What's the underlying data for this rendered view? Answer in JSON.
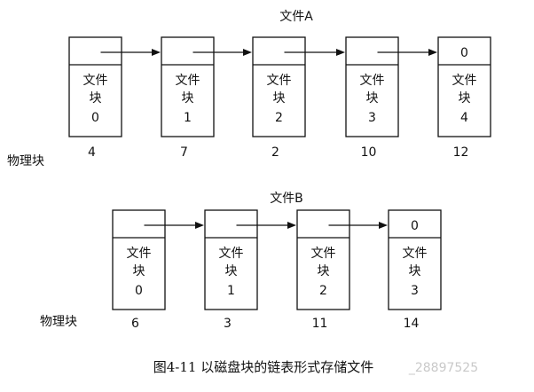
{
  "files": [
    {
      "title": "文件A",
      "physical_label": "物理块",
      "blocks": [
        {
          "label_line1": "文件",
          "label_line2": "块",
          "index": "0",
          "pointer": "",
          "physical": "4"
        },
        {
          "label_line1": "文件",
          "label_line2": "块",
          "index": "1",
          "pointer": "",
          "physical": "7"
        },
        {
          "label_line1": "文件",
          "label_line2": "块",
          "index": "2",
          "pointer": "",
          "physical": "2"
        },
        {
          "label_line1": "文件",
          "label_line2": "块",
          "index": "3",
          "pointer": "",
          "physical": "10"
        },
        {
          "label_line1": "文件",
          "label_line2": "块",
          "index": "4",
          "pointer": "0",
          "physical": "12"
        }
      ]
    },
    {
      "title": "文件B",
      "physical_label": "物理块",
      "blocks": [
        {
          "label_line1": "文件",
          "label_line2": "块",
          "index": "0",
          "pointer": "",
          "physical": "6"
        },
        {
          "label_line1": "文件",
          "label_line2": "块",
          "index": "1",
          "pointer": "",
          "physical": "3"
        },
        {
          "label_line1": "文件",
          "label_line2": "块",
          "index": "2",
          "pointer": "",
          "physical": "11"
        },
        {
          "label_line1": "文件",
          "label_line2": "块",
          "index": "3",
          "pointer": "0",
          "physical": "14"
        }
      ]
    }
  ],
  "caption": "图4-11   以磁盘块的链表形式存储文件",
  "watermark": "_28897525"
}
